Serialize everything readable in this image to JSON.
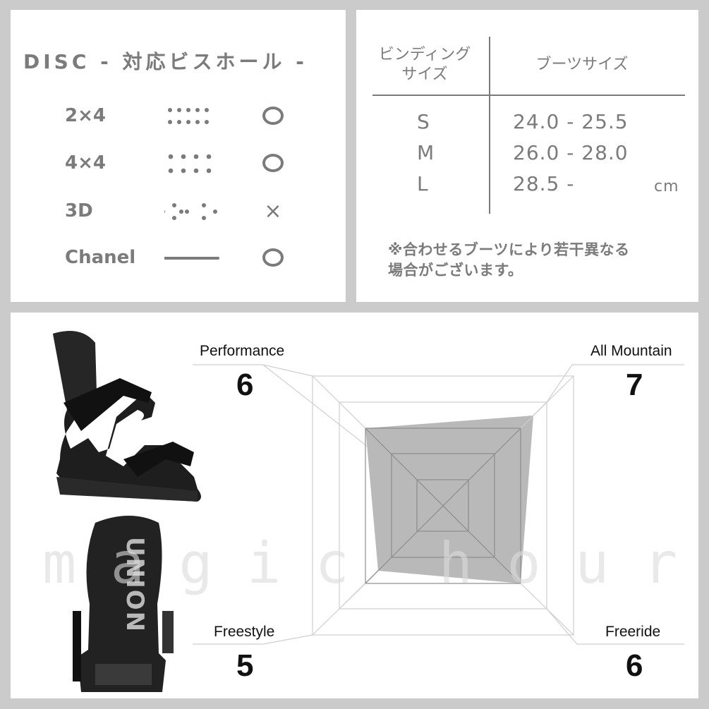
{
  "disc": {
    "title": "DISC - 対応ビスホール -",
    "rows": [
      {
        "label": "2×4",
        "pattern": "2x4-dots-icon",
        "mark": "○",
        "compatible": true
      },
      {
        "label": "4×4",
        "pattern": "4x4-dots-icon",
        "mark": "○",
        "compatible": true
      },
      {
        "label": "3D",
        "pattern": "3d-dots-icon",
        "mark": "×",
        "compatible": false
      },
      {
        "label": "Chanel",
        "pattern": "channel-line-icon",
        "mark": "○",
        "compatible": true
      }
    ]
  },
  "size_table": {
    "header_binding_line1": "ビンディング",
    "header_binding_line2": "サイズ",
    "header_boots": "ブーツサイズ",
    "rows": [
      {
        "size": "S",
        "range": "24.0 - 25.5"
      },
      {
        "size": "M",
        "range": "26.0 - 28.0"
      },
      {
        "size": "L",
        "range": "28.5 -"
      }
    ],
    "unit": "cm",
    "note_line1": "※合わせるブーツにより若干異なる",
    "note_line2": "場合がございます。"
  },
  "product": {
    "brand_text": "UNION",
    "images": [
      "binding-side-view",
      "binding-back-view"
    ]
  },
  "watermark": [
    "m",
    "a",
    "g",
    "i",
    "c",
    "h",
    "o",
    "u",
    "r"
  ],
  "colors": {
    "panel_bg": "#ffffff",
    "page_bg": "#cbcbcb",
    "text_gray": "#7b7b7b",
    "radar_fill": "#b9b9b9",
    "grid_line": "#c8c8c8"
  },
  "chart_data": {
    "type": "radar",
    "title": "",
    "categories": [
      "Performance",
      "All Mountain",
      "Freeride",
      "Freestyle"
    ],
    "values": [
      6,
      7,
      6,
      5
    ],
    "range": [
      0,
      10
    ],
    "rings": 5,
    "grid": true
  }
}
